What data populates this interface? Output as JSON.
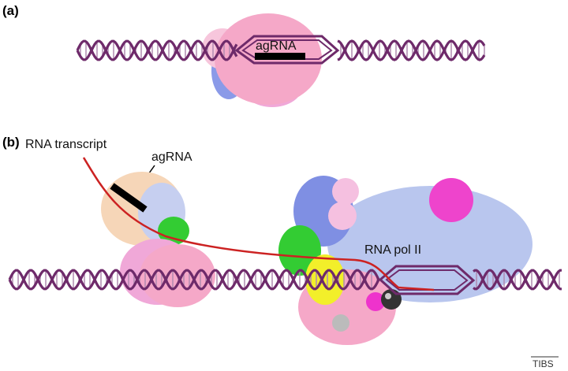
{
  "panels": {
    "a": {
      "label": "(a)",
      "agrna_label": "agRNA"
    },
    "b": {
      "label": "(b)",
      "rna_transcript_label": "RNA transcript",
      "agrna_label": "agRNA",
      "rna_pol_label": "RNA pol II"
    }
  },
  "credit": "TIBS",
  "colors": {
    "dna_strand": "#6e2a6a",
    "dna_rung": "#b08ab0",
    "rna_transcript": "#cc2222",
    "agrna_bar": "#000000",
    "protein_pink": "#f4a6c6",
    "protein_light_pink": "#f7c6dc",
    "protein_blue": "#8a9ae8",
    "protein_light_blue": "#b9c6ee",
    "protein_green": "#33cc33",
    "protein_yellow": "#f2ef2a",
    "protein_magenta": "#ee33cc",
    "protein_peach": "#f6d6b8"
  }
}
